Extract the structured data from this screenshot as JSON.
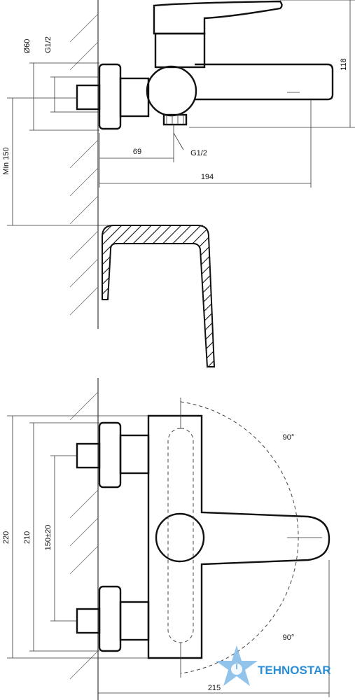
{
  "dimensions": {
    "dia60": "Ø60",
    "g12_top": "G1/2",
    "min150": "Min 150",
    "d118": "118",
    "d69": "69",
    "g12_bottom": "G1/2",
    "d194": "194",
    "d220": "220",
    "d210": "210",
    "d150": "150±20",
    "angle_top": "90°",
    "angle_bottom": "90°",
    "d215": "215"
  },
  "watermark": {
    "brand_a": "TEHNO",
    "brand_b": "STAR",
    "color_a": "#2c8ed6",
    "color_b": "#2c8ed6"
  }
}
